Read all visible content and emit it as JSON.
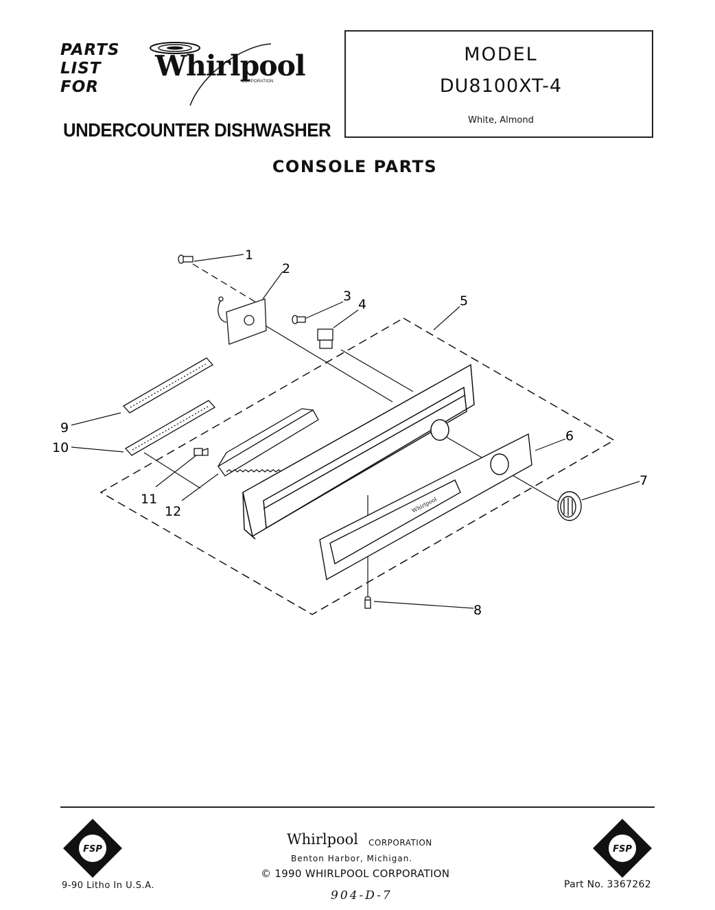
{
  "header": {
    "parts_list_for": [
      "PARTS",
      "LIST",
      "FOR"
    ],
    "brand": "Whirlpool",
    "brand_sub": "CORPORATION",
    "document_type": "UNDERCOUNTER DISHWASHER"
  },
  "model_box": {
    "label": "MODEL",
    "number": "DU8100XT-4",
    "colors": "White, Almond"
  },
  "section_title": "CONSOLE PARTS",
  "callouts": [
    "1",
    "2",
    "3",
    "4",
    "5",
    "6",
    "7",
    "8",
    "9",
    "10",
    "11",
    "12"
  ],
  "footer": {
    "brand": "Whirlpool",
    "corporation": "CORPORATION",
    "address": "Benton Harbor, Michigan.",
    "copyright": "© 1990 WHIRLPOOL CORPORATION",
    "print_info": "9-90 Litho In U.S.A.",
    "part_no": "Part No. 3367262",
    "handwritten_code": "904-D-7",
    "fsp_badge": "FSP"
  }
}
